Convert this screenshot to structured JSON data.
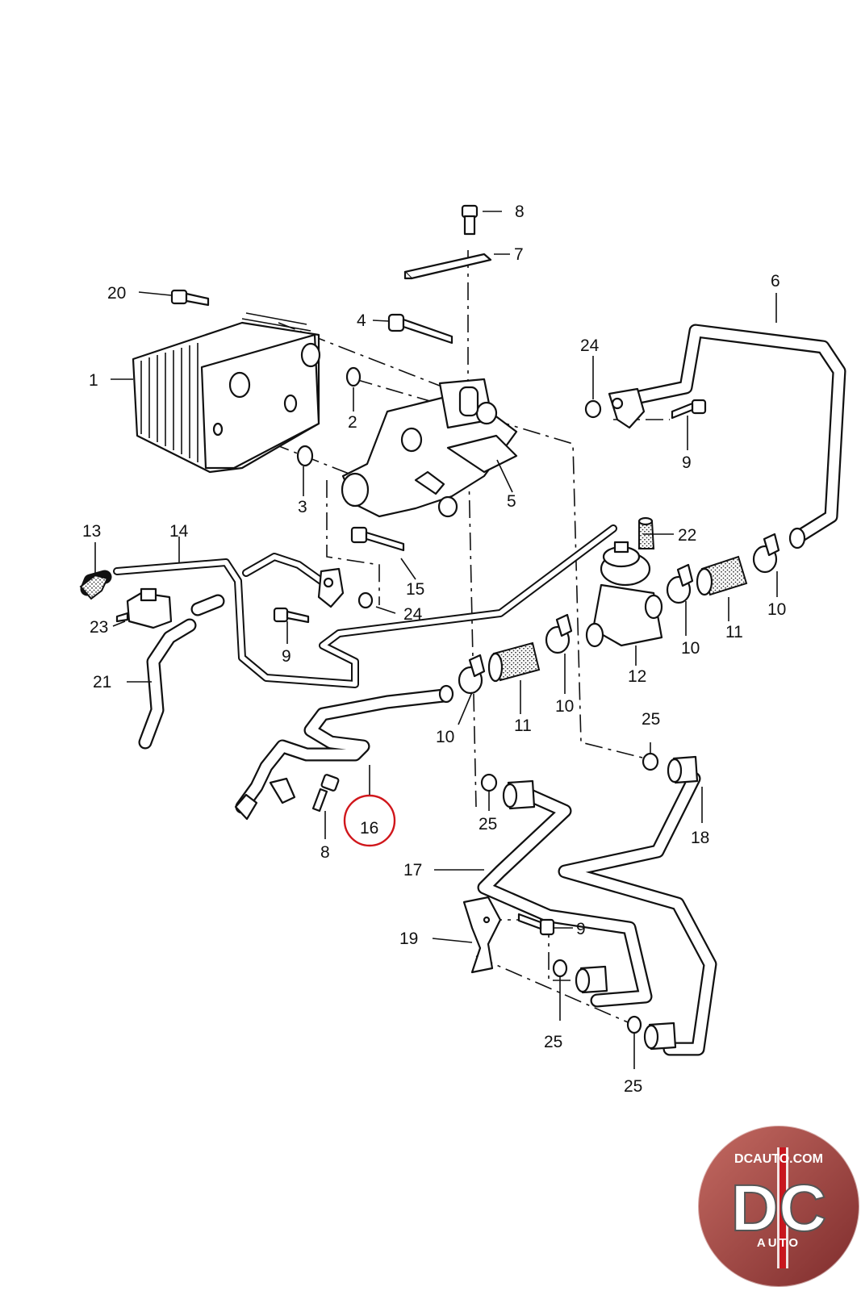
{
  "diagram": {
    "callouts": [
      {
        "id": "c1",
        "label": "1"
      },
      {
        "id": "c2",
        "label": "2"
      },
      {
        "id": "c3",
        "label": "3"
      },
      {
        "id": "c4",
        "label": "4"
      },
      {
        "id": "c5",
        "label": "5"
      },
      {
        "id": "c6",
        "label": "6"
      },
      {
        "id": "c7",
        "label": "7"
      },
      {
        "id": "c8a",
        "label": "8"
      },
      {
        "id": "c8b",
        "label": "8"
      },
      {
        "id": "c9a",
        "label": "9"
      },
      {
        "id": "c9b",
        "label": "9"
      },
      {
        "id": "c9c",
        "label": "9"
      },
      {
        "id": "c10a",
        "label": "10"
      },
      {
        "id": "c10b",
        "label": "10"
      },
      {
        "id": "c10c",
        "label": "10"
      },
      {
        "id": "c10d",
        "label": "10"
      },
      {
        "id": "c11a",
        "label": "11"
      },
      {
        "id": "c11b",
        "label": "11"
      },
      {
        "id": "c12",
        "label": "12"
      },
      {
        "id": "c13",
        "label": "13"
      },
      {
        "id": "c14",
        "label": "14"
      },
      {
        "id": "c15",
        "label": "15"
      },
      {
        "id": "c16",
        "label": "16"
      },
      {
        "id": "c17",
        "label": "17"
      },
      {
        "id": "c18",
        "label": "18"
      },
      {
        "id": "c19",
        "label": "19"
      },
      {
        "id": "c20",
        "label": "20"
      },
      {
        "id": "c21",
        "label": "21"
      },
      {
        "id": "c22",
        "label": "22"
      },
      {
        "id": "c23",
        "label": "23"
      },
      {
        "id": "c24a",
        "label": "24"
      },
      {
        "id": "c24b",
        "label": "24"
      },
      {
        "id": "c25a",
        "label": "25"
      },
      {
        "id": "c25b",
        "label": "25"
      },
      {
        "id": "c25c",
        "label": "25"
      },
      {
        "id": "c25d",
        "label": "25"
      }
    ],
    "highlighted_part": "16",
    "highlight_color": "#d0161b"
  },
  "watermark": {
    "url_text": "DCAUTO.COM",
    "logo_text": "DC",
    "sub_text": "AUTO",
    "badge_color": "#9a3a3a",
    "stripe_color": "#c8161e"
  }
}
